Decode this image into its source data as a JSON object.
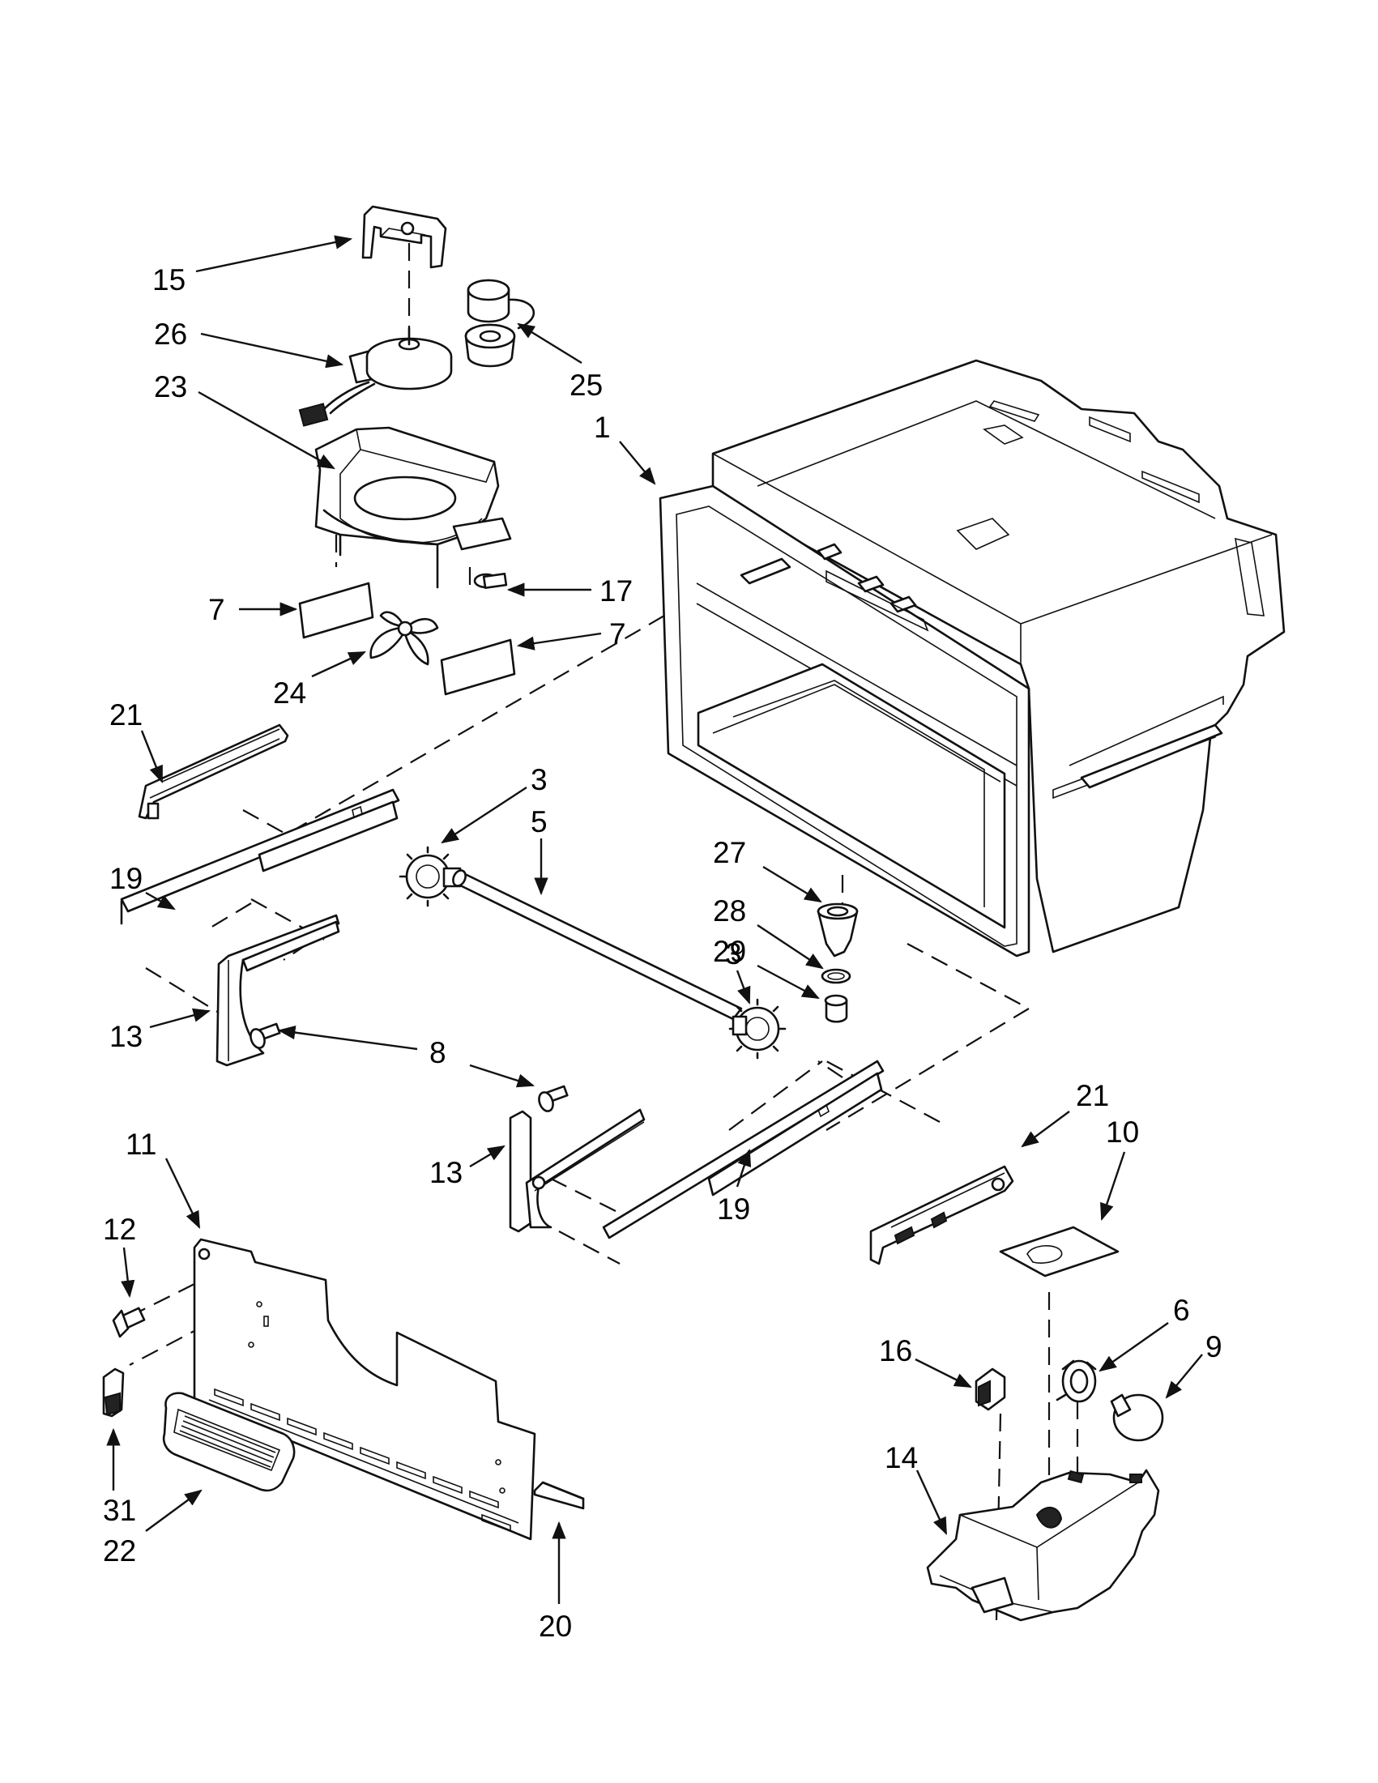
{
  "callouts": [
    {
      "key": "c15",
      "text": "15"
    },
    {
      "key": "c26",
      "text": "26"
    },
    {
      "key": "c23",
      "text": "23"
    },
    {
      "key": "c25",
      "text": "25"
    },
    {
      "key": "c1",
      "text": "1"
    },
    {
      "key": "c7a",
      "text": "7"
    },
    {
      "key": "c17",
      "text": "17"
    },
    {
      "key": "c7b",
      "text": "7"
    },
    {
      "key": "c24",
      "text": "24"
    },
    {
      "key": "c21a",
      "text": "21"
    },
    {
      "key": "c3a",
      "text": "3"
    },
    {
      "key": "c5",
      "text": "5"
    },
    {
      "key": "c27",
      "text": "27"
    },
    {
      "key": "c28",
      "text": "28"
    },
    {
      "key": "c29",
      "text": "29"
    },
    {
      "key": "c3b",
      "text": "3"
    },
    {
      "key": "c19a",
      "text": "19"
    },
    {
      "key": "c13a",
      "text": "13"
    },
    {
      "key": "c8",
      "text": "8"
    },
    {
      "key": "c21b",
      "text": "21"
    },
    {
      "key": "c10",
      "text": "10"
    },
    {
      "key": "c11",
      "text": "11"
    },
    {
      "key": "c13b",
      "text": "13"
    },
    {
      "key": "c19b",
      "text": "19"
    },
    {
      "key": "c12",
      "text": "12"
    },
    {
      "key": "c6",
      "text": "6"
    },
    {
      "key": "c9",
      "text": "9"
    },
    {
      "key": "c16",
      "text": "16"
    },
    {
      "key": "c14",
      "text": "14"
    },
    {
      "key": "c31",
      "text": "31"
    },
    {
      "key": "c22",
      "text": "22"
    },
    {
      "key": "c20",
      "text": "20"
    }
  ]
}
